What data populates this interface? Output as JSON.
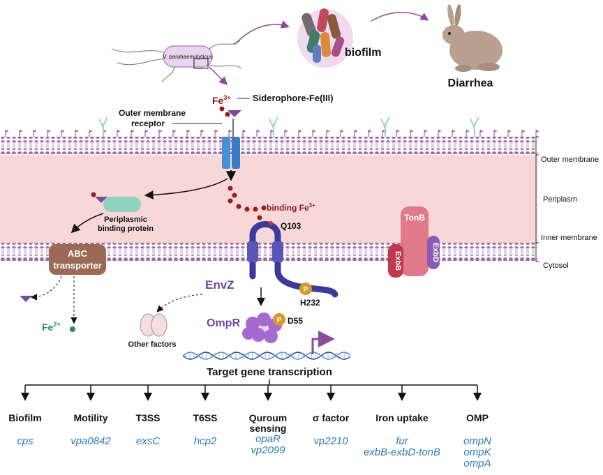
{
  "bacterium_label": "V. parahaemolyticus",
  "top": {
    "biofilm_label": "biofilm",
    "diarrhea_label": "Diarrhea"
  },
  "membrane_labels": {
    "outer": "Outer membrane",
    "periplasm": "Periplasm",
    "inner": "Inner membrane",
    "cytosol": "Cytosol"
  },
  "labels": {
    "fe3_prefix": "Fe",
    "fe3_sup": "3+",
    "siderophore": "Siderophore-Fe(III)",
    "outer_receptor_line1": "Outer membrane",
    "outer_receptor_line2": "receptor",
    "binding_fe_prefix": "binding Fe",
    "binding_fe_sup": "3+",
    "periplasmic_line1": "Periplasmic",
    "periplasmic_line2": "binding protein",
    "abc_line1": "ABC",
    "abc_line2": "transporter",
    "fe2_prefix": "Fe",
    "fe2_sup": "2+",
    "q103": "Q103",
    "envz": "EnvZ",
    "h232": "H232",
    "p_symbol": "P",
    "ompr": "OmpR",
    "d55": "D55",
    "other_factors": "Other factors",
    "tonb": "TonB",
    "exbb": "ExbB",
    "exbd": "ExbD",
    "target": "Target gene transcription"
  },
  "categories": [
    {
      "name_lines": [
        "Biofilm"
      ],
      "genes": [
        "cps"
      ]
    },
    {
      "name_lines": [
        "Motility"
      ],
      "genes": [
        "vpa0842"
      ]
    },
    {
      "name_lines": [
        "T3SS"
      ],
      "genes": [
        "exsC"
      ]
    },
    {
      "name_lines": [
        "T6SS"
      ],
      "genes": [
        "hcp2"
      ]
    },
    {
      "name_lines": [
        "Quroum",
        "sensing"
      ],
      "genes": [
        "opaR",
        "vp2099"
      ]
    },
    {
      "name_lines": [
        "σ factor"
      ],
      "genes": [
        "vp2210"
      ]
    },
    {
      "name_lines": [
        "Iron uptake"
      ],
      "genes": [
        "fur",
        "exbB-exbD-tonB"
      ]
    },
    {
      "name_lines": [
        "OMP"
      ],
      "genes": [
        "ompN",
        "ompK",
        "ompA"
      ]
    }
  ],
  "colors": {
    "membrane": "#a06aa6",
    "periplasm": "#f7d7d7",
    "receptor": "#4a90d9",
    "envz": "#3e3a9b",
    "ompr": "#a46ad1",
    "iron_dot": "#9b1c1c",
    "tonb": "#e07a8a",
    "abc": "#9b6a55",
    "gene_text": "#2d7bb5"
  }
}
